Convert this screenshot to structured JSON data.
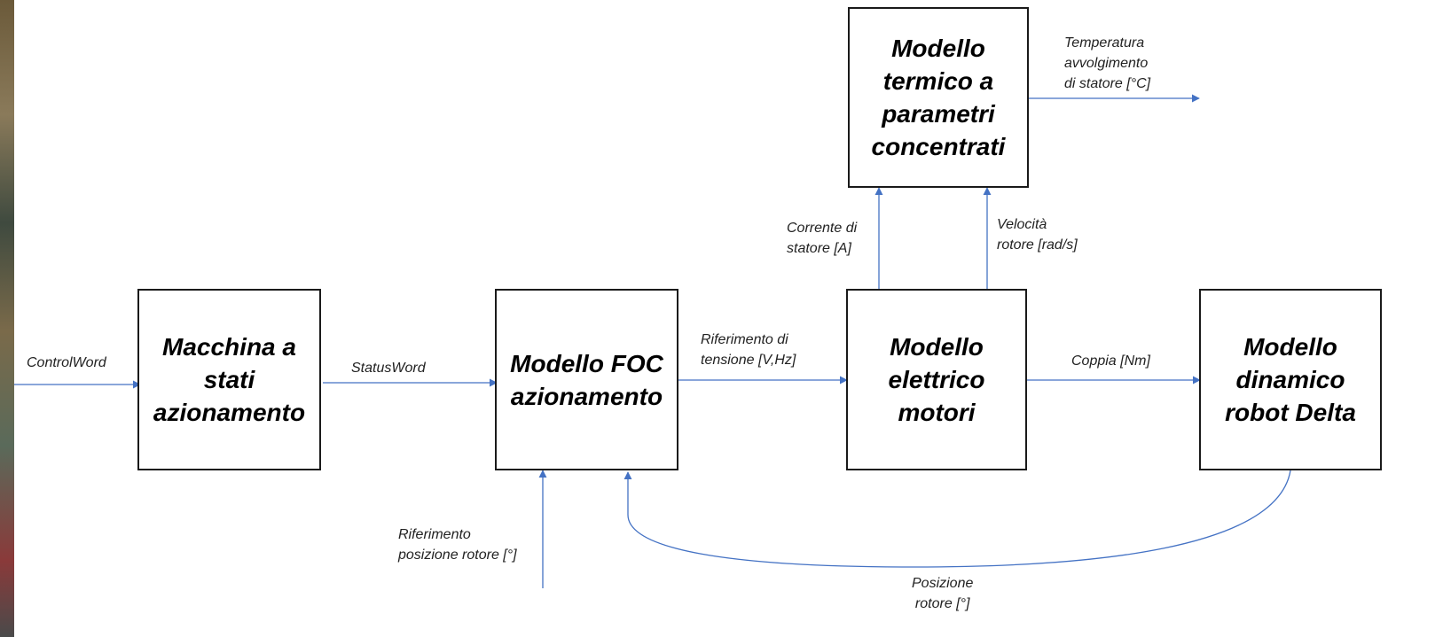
{
  "blocks": {
    "state_machine": "Macchina a\nstati\nazionamento",
    "foc": "Modello FOC\nazionamento",
    "electric": "Modello\nelettrico\nmotori",
    "dynamic": "Modello\ndinamico\nrobot Delta",
    "thermal": "Modello\ntermico a\nparametri\nconcentrati"
  },
  "signals": {
    "control_word": "ControlWord",
    "status_word": "StatusWord",
    "voltage_ref": "Riferimento di\ntensione [V,Hz]",
    "torque": "Coppia [Nm]",
    "stator_current": "Corrente di\nstatore [A]",
    "rotor_speed": "Velocità\nrotore [rad/s]",
    "temperature": "Temperatura\navvolgimento\ndi statore  [°C]",
    "position_ref": "Riferimento\nposizione rotore [°]",
    "rotor_position": "Posizione\nrotore [°]"
  },
  "colors": {
    "arrow": "#4472c4",
    "block_border": "#1a1a1a"
  }
}
